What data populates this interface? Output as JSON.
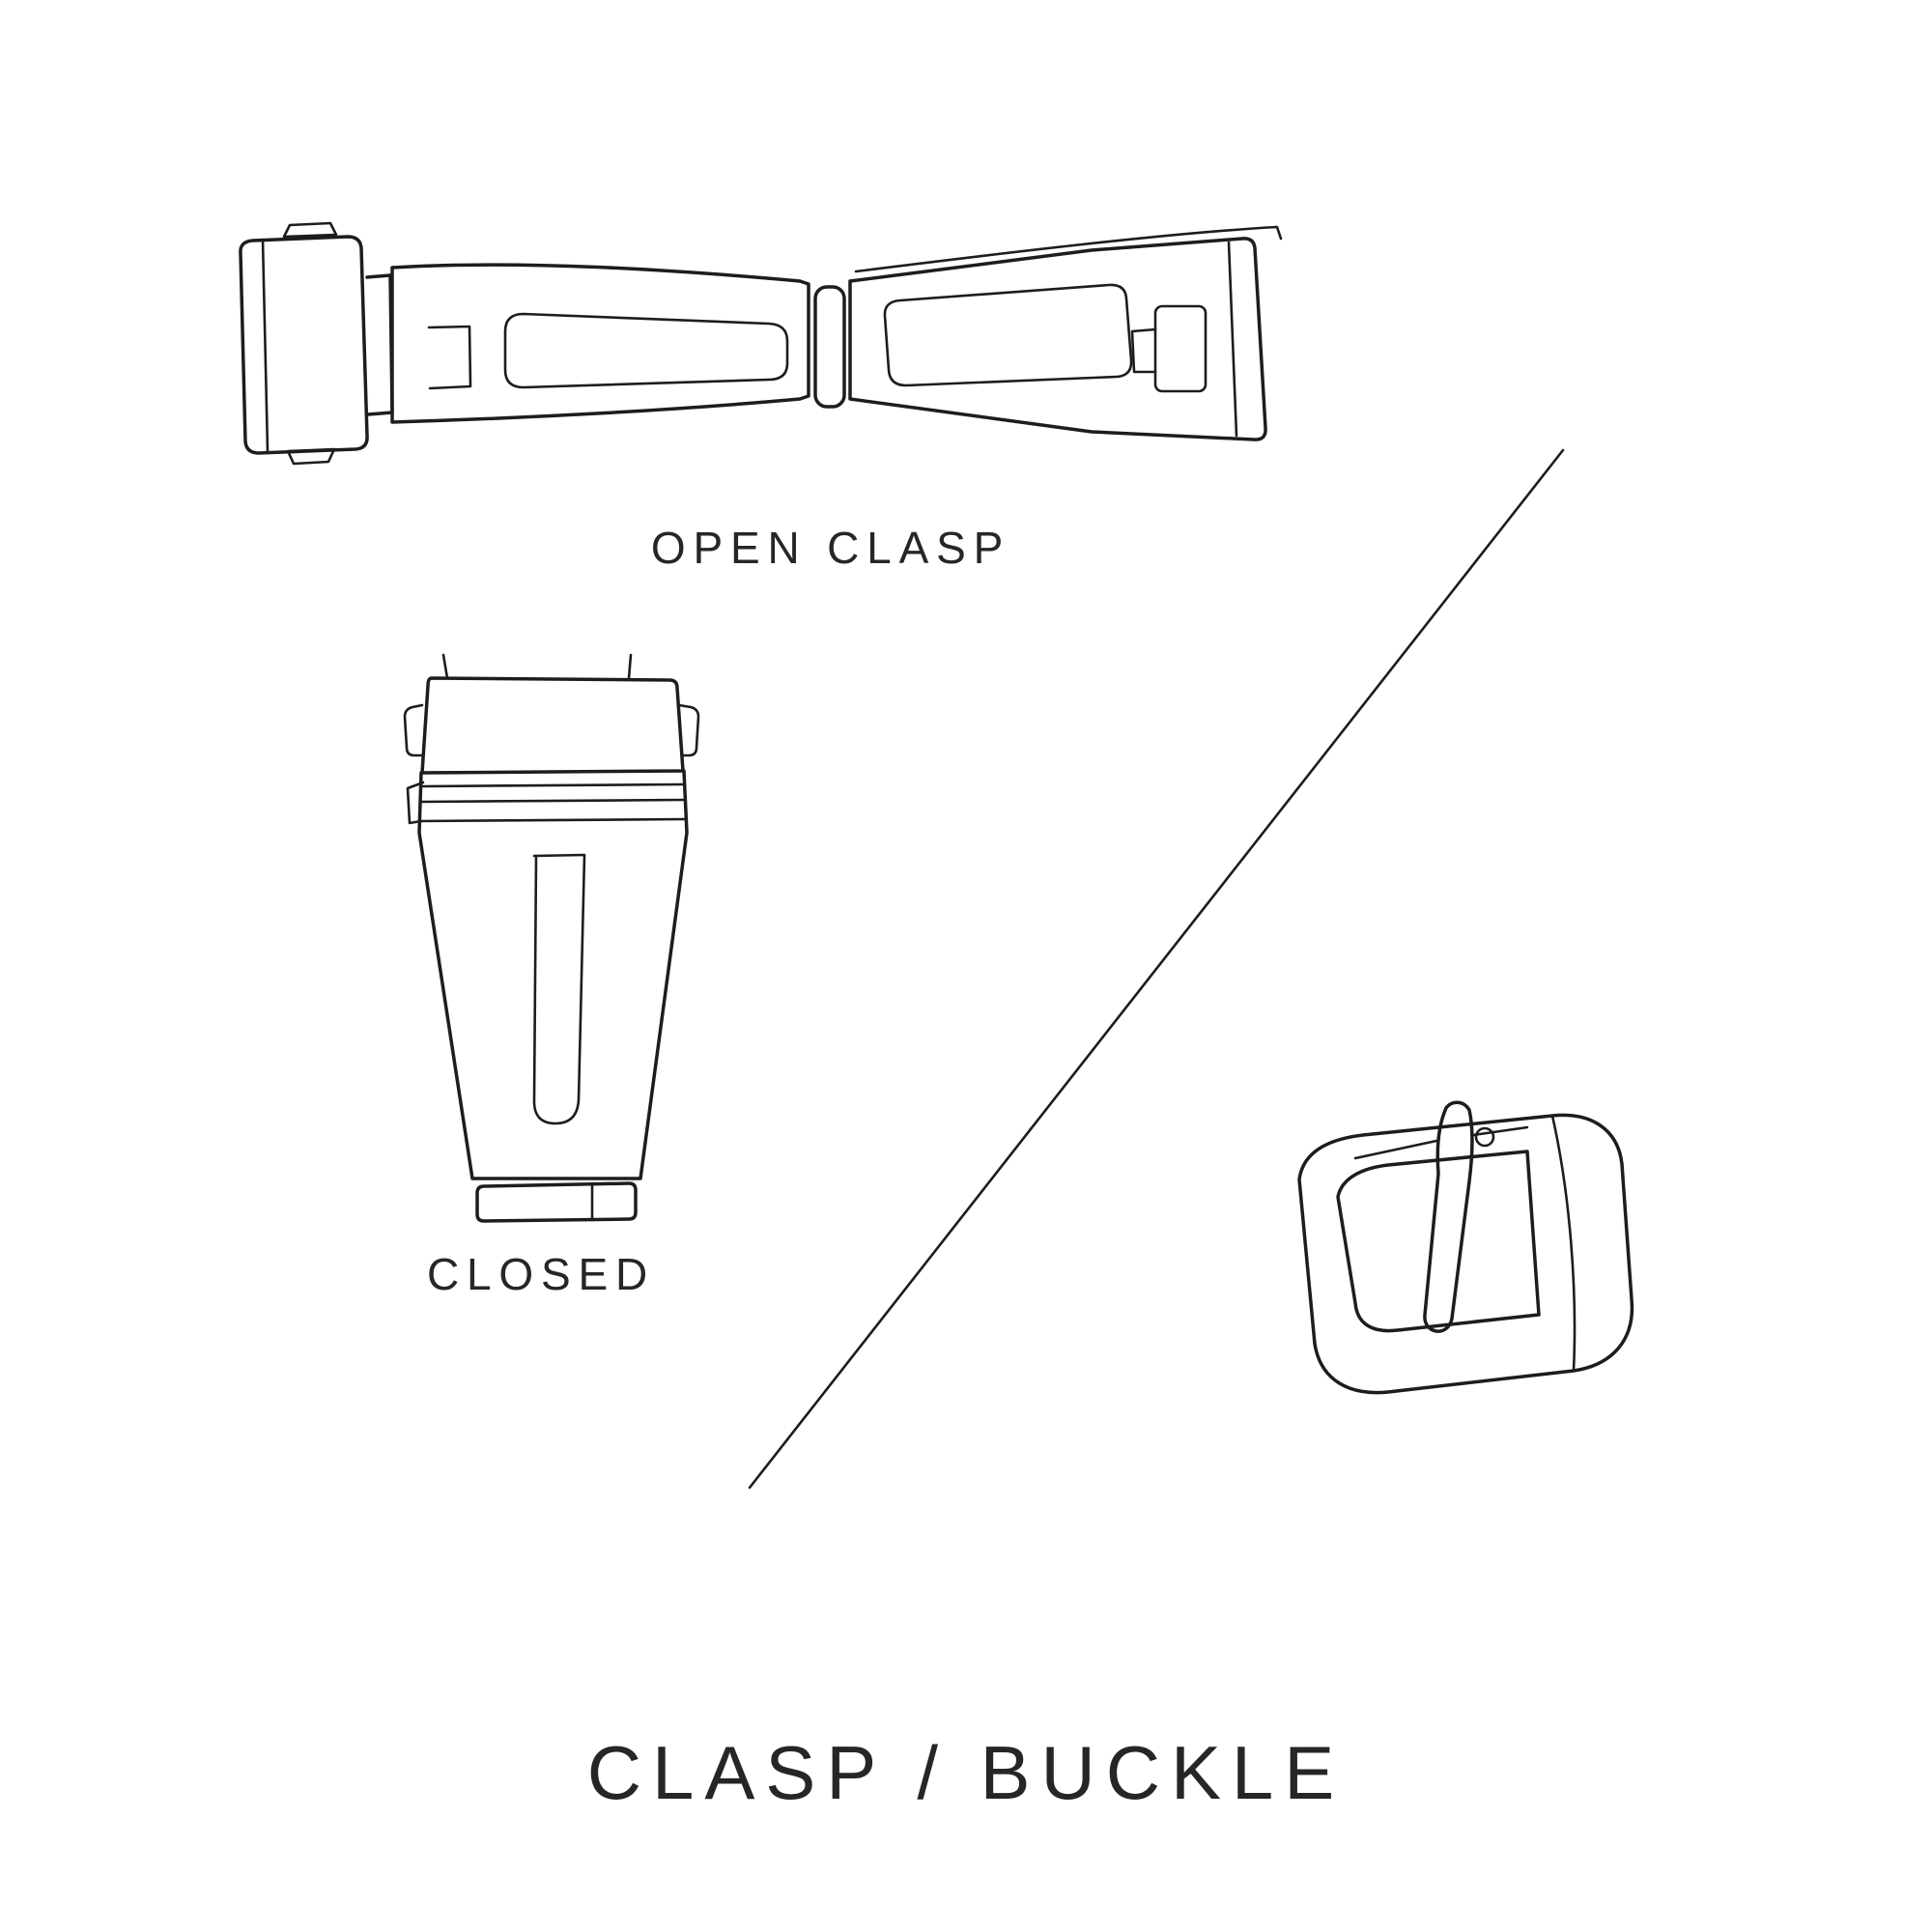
{
  "colors": {
    "background": "#ffffff",
    "line-color": "#1d1d1d",
    "text-color": "#262626"
  },
  "labels": {
    "open_clasp": "OPEN CLASP",
    "closed": "CLOSED"
  },
  "title": "CLASP / BUCKLE",
  "illustrations": {
    "open_clasp": "open watch clasp, top view line drawing",
    "closed_clasp": "closed watch clasp, front view line drawing",
    "buckle": "tang buckle, perspective line drawing",
    "divider": "diagonal divider line"
  }
}
